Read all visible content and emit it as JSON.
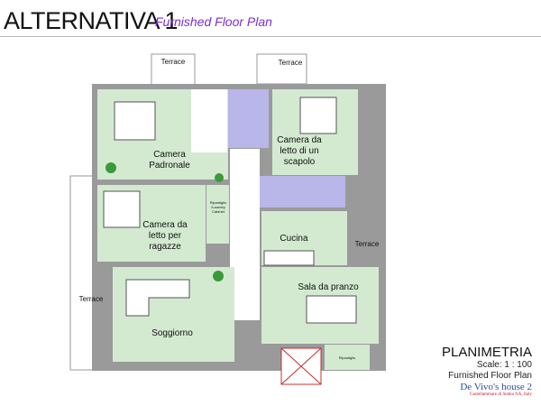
{
  "header": {
    "title": "ALTERNATIVA 1",
    "subtitle": "Furnished Floor Plan"
  },
  "rooms": {
    "terrace_top_left": "Terrace",
    "terrace_top_right": "Terrace",
    "terrace_left": "Terrace",
    "terrace_right": "Terrace",
    "camera_padronale": [
      "Camera",
      "Padronale"
    ],
    "camera_scapolo": [
      "Camera da",
      "letto di un",
      "scapolo"
    ],
    "camera_ragazze": [
      "Camera da",
      "letto per",
      "ragazze"
    ],
    "laundry": [
      "Ripostiglio",
      "/Laundry",
      "Cabinet"
    ],
    "cucina": "Cucina",
    "sala_pranzo": "Sala da pranzo",
    "soggiorno": "Soggiorno",
    "ripostiglio": "Ripostiglio"
  },
  "legend": {
    "title": "PLANIMETRIA",
    "scale": "Scale: 1 : 100",
    "type": "Furnished Floor Plan",
    "house": "De Vivo's house 2",
    "location": "Castellammare di Stabia NA, Italy"
  },
  "colors": {
    "room": "#d3ead0",
    "bath": "#b9b6ea",
    "wall": "#9a9a9a",
    "title_accent": "#7a2fd8"
  }
}
